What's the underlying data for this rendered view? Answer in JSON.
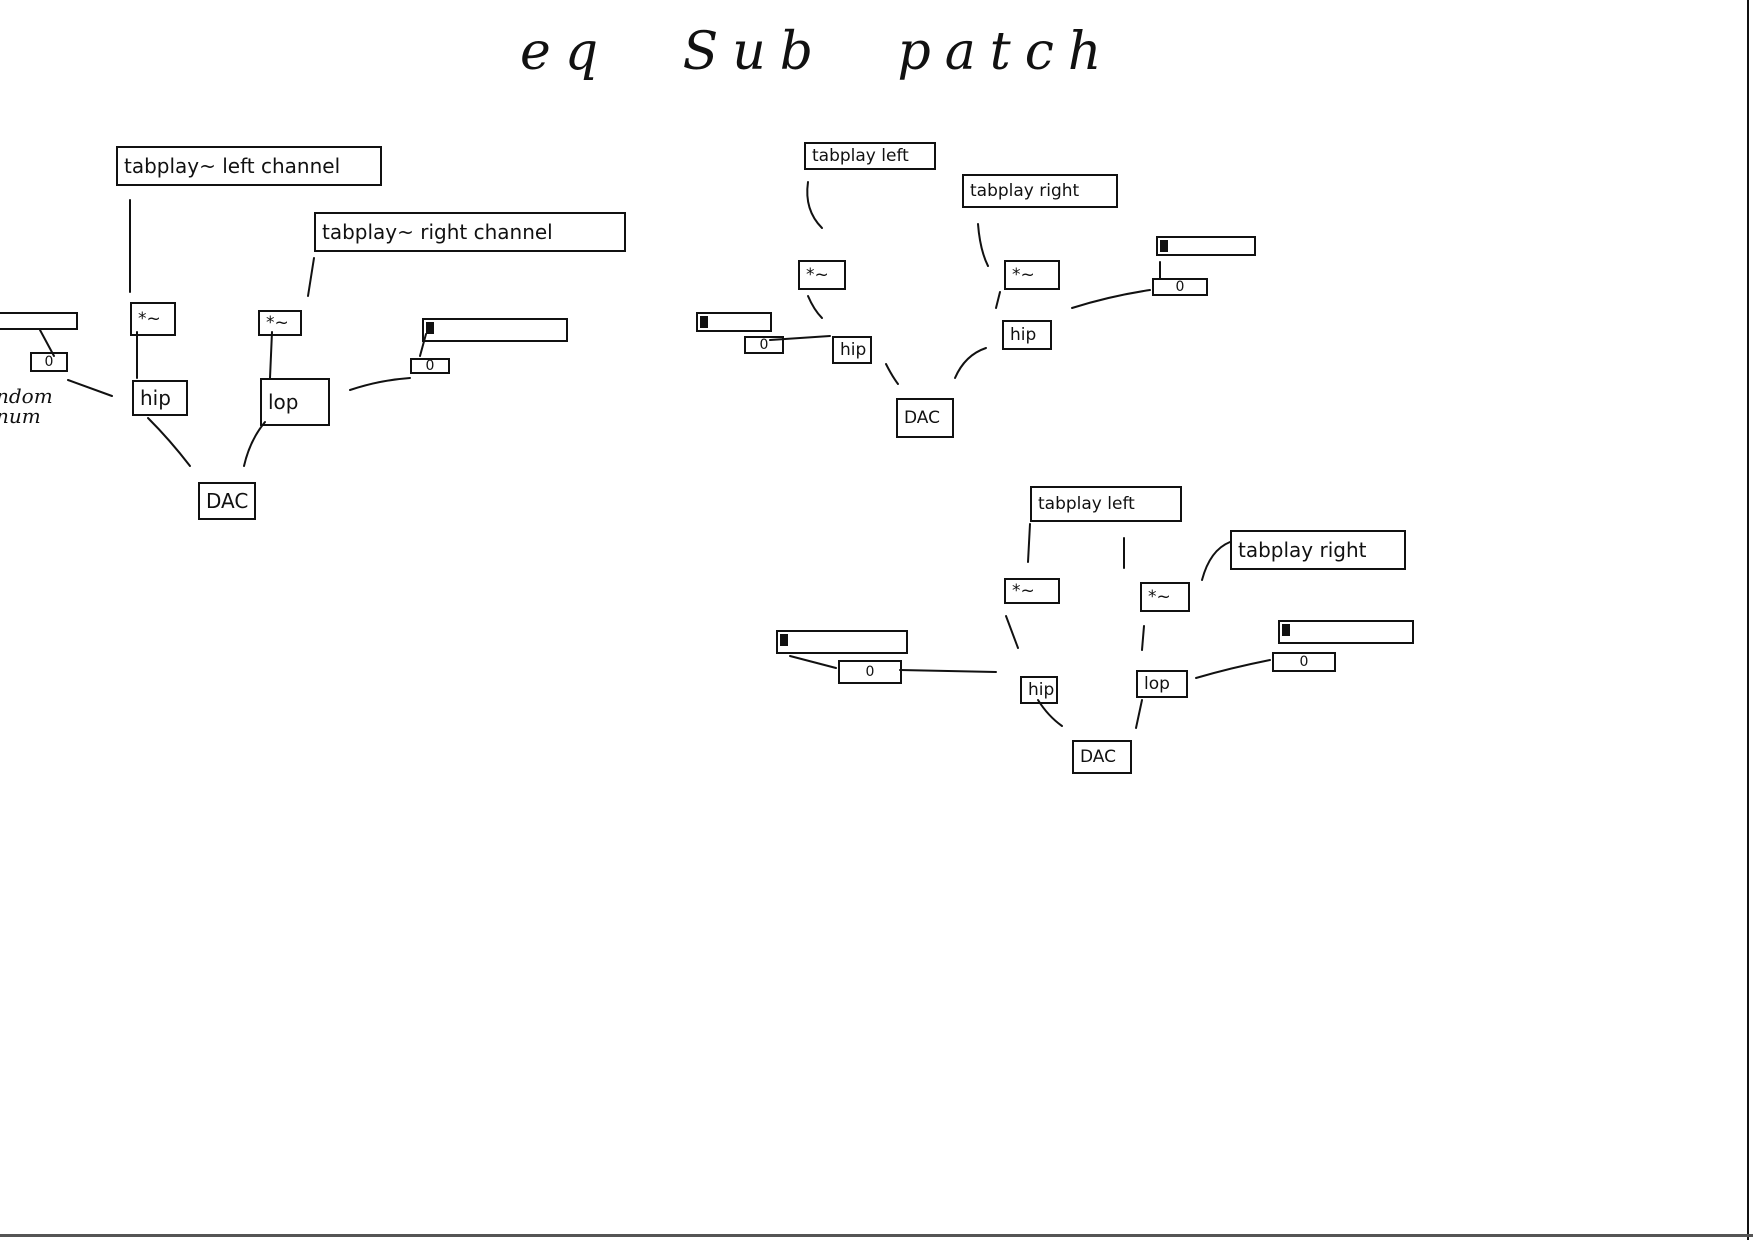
{
  "title": "eq Sub patch",
  "patch1": {
    "tabplay_left": "tabplay~ left channel",
    "tabplay_right": "tabplay~  right channel",
    "mul_left": "*~",
    "mul_right": "*~",
    "hip": "hip",
    "lop": "lop",
    "dac": "DAC",
    "num_left": "0",
    "num_right": "0",
    "note": "ndom\nnum"
  },
  "patch2": {
    "tabplay_left": "tabplay left",
    "tabplay_right": "tabplay right",
    "mul_left": "*~",
    "mul_right": "*~",
    "hip_left": "hip",
    "hip_right": "hip",
    "dac": "DAC",
    "num_left": "0",
    "num_right": "0"
  },
  "patch3": {
    "tabplay_left": "tabplay left",
    "tabplay_right": "tabplay right",
    "mul_left": "*~",
    "mul_right": "*~",
    "hip": "hip",
    "lop": "lop",
    "dac": "DAC",
    "num_left": "0",
    "num_right": "0"
  }
}
